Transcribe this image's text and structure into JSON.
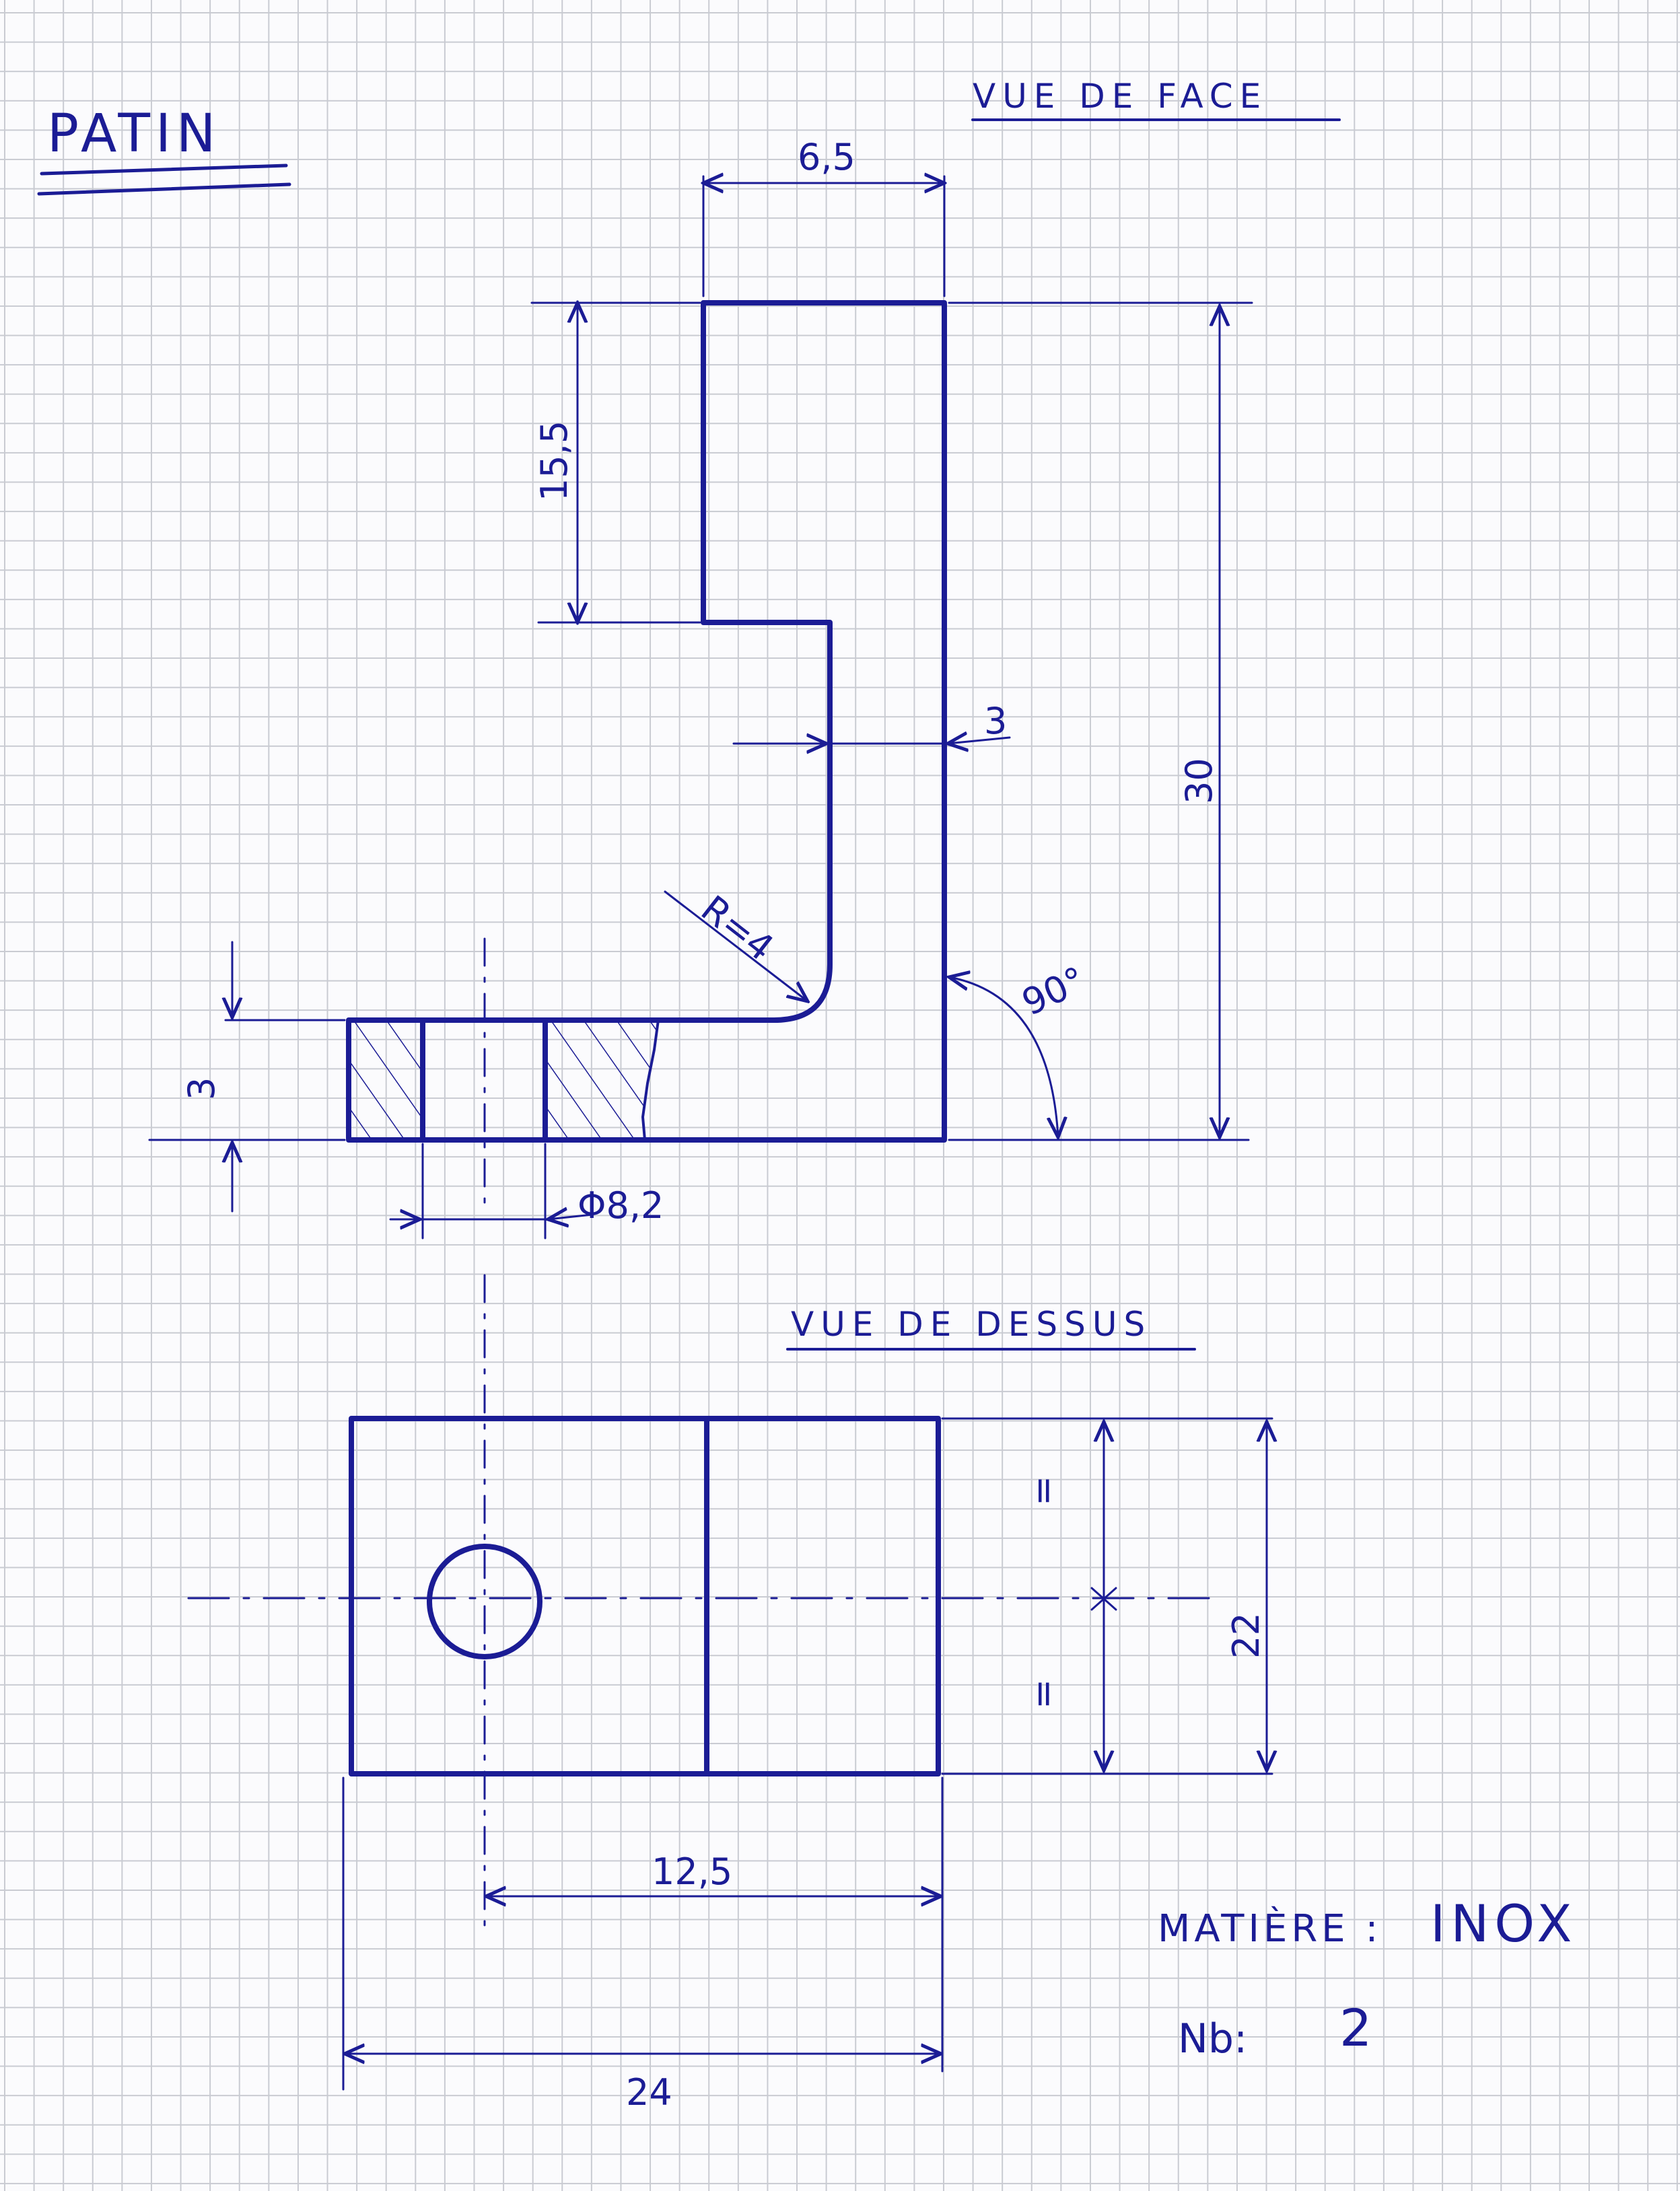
{
  "title": "PATIN",
  "views": {
    "front": "VUE DE FACE",
    "top": "VUE DE DESSUS"
  },
  "dimensions": {
    "width_top": "6,5",
    "height_upper": "15,5",
    "total_height": "30",
    "thickness": "3",
    "radius": "R=4",
    "angle": "90°",
    "base_thickness": "3",
    "hole_diameter": "Φ8,2",
    "depth": "22",
    "equal_mark": "=",
    "hole_to_edge": "12,5",
    "total_length": "24"
  },
  "notes": {
    "material_label": "MATIÈRE :",
    "material_value": "INOX",
    "quantity_label": "Nb:",
    "quantity_value": "2"
  },
  "colors": {
    "ink": "#1b1c95",
    "grid": "#c9cbd2",
    "paper": "#fbfbfd"
  }
}
